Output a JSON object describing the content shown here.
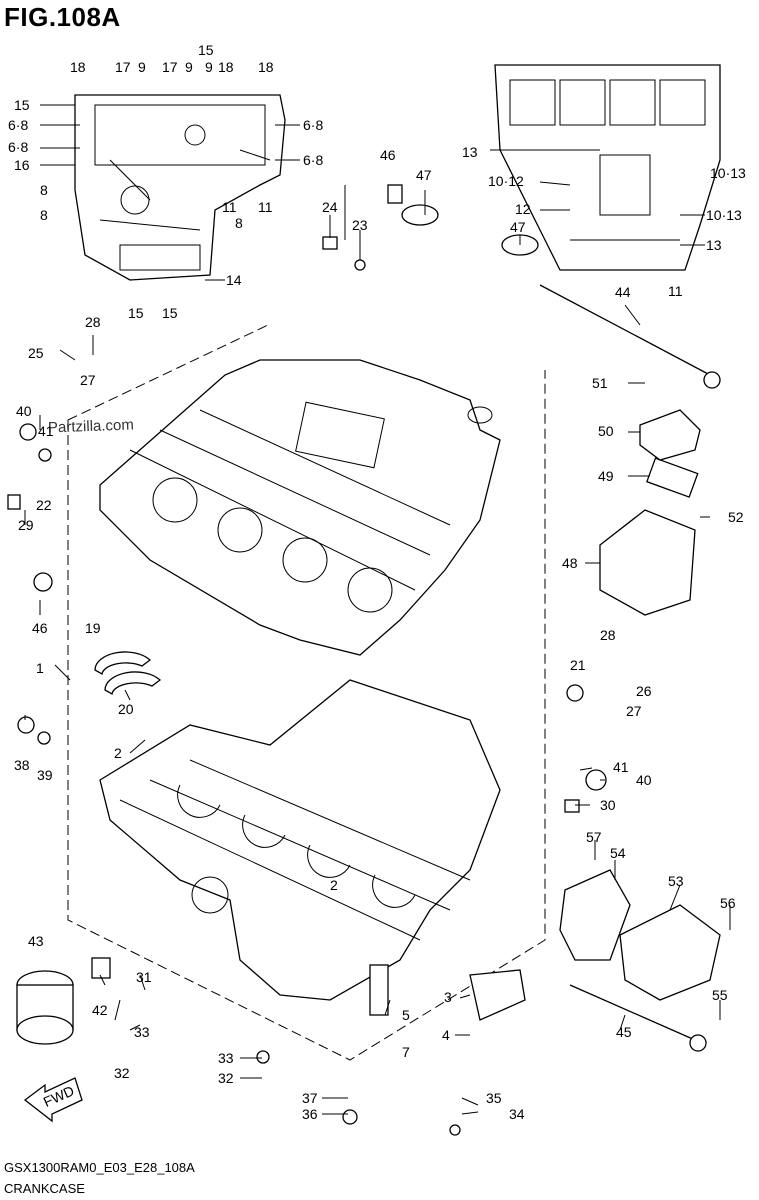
{
  "figure": {
    "title": "FIG.108A"
  },
  "footer": {
    "model_code": "GSX1300RAM0_E03_E28_108A",
    "section_name": "CRANKCASE"
  },
  "watermark": "Partzilla.com",
  "fwd_label": "FWD",
  "callouts": [
    "18",
    "17",
    "9",
    "17",
    "9",
    "15",
    "9",
    "18",
    "18",
    "15",
    "6·8",
    "6·8",
    "16",
    "8",
    "8",
    "11",
    "8",
    "11",
    "6·8",
    "6·8",
    "14",
    "15",
    "15",
    "46",
    "47",
    "24",
    "23",
    "13",
    "10·12",
    "12",
    "10·13",
    "10·13",
    "13",
    "47",
    "11",
    "44",
    "28",
    "25",
    "27",
    "51",
    "50",
    "40",
    "41",
    "49",
    "22",
    "29",
    "52",
    "48",
    "46",
    "19",
    "1",
    "28",
    "21",
    "26",
    "27",
    "20",
    "2",
    "38",
    "39",
    "41",
    "40",
    "30",
    "57",
    "54",
    "53",
    "56",
    "43",
    "31",
    "42",
    "33",
    "32",
    "3",
    "5",
    "4",
    "7",
    "55",
    "45",
    "33",
    "32",
    "37",
    "35",
    "36",
    "34",
    "2"
  ]
}
